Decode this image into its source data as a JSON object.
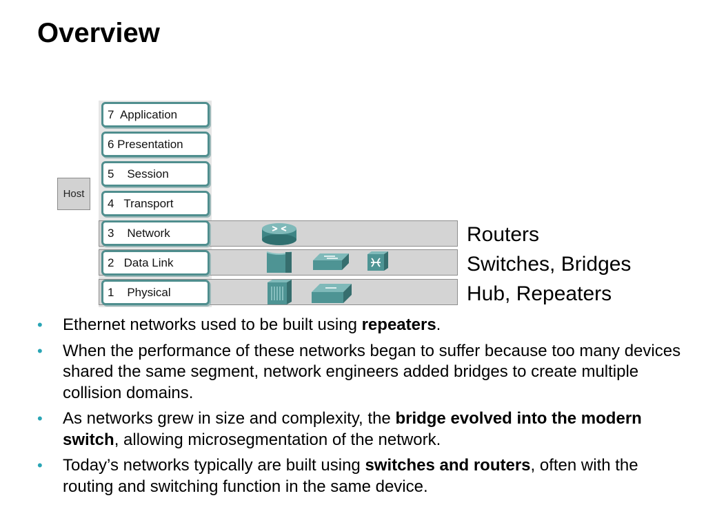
{
  "title": "Overview",
  "diagram": {
    "host_label": "Host",
    "layers": [
      {
        "label": "7  Application"
      },
      {
        "label": "6 Presentation"
      },
      {
        "label": "5    Session"
      },
      {
        "label": "4   Transport"
      },
      {
        "label": "3    Network"
      },
      {
        "label": "2   Data Link"
      },
      {
        "label": "1    Physical"
      }
    ],
    "device_labels": {
      "network": "Routers",
      "data_link": "Switches, Bridges",
      "physical": "Hub, Repeaters"
    },
    "device_icons": {
      "network": [
        "router-icon"
      ],
      "data_link": [
        "multilayer-switch-icon",
        "switch-icon",
        "bridge-icon"
      ],
      "physical": [
        "repeater-icon",
        "hub-icon"
      ]
    },
    "colors": {
      "layer_border": "#4f8e8e",
      "device_teal": "#4e9494",
      "band": "#d4d4d4"
    }
  },
  "bullets": [
    {
      "parts": [
        {
          "text": "Ethernet networks used to be built using "
        },
        {
          "text": "repeaters",
          "bold": true
        },
        {
          "text": "."
        }
      ]
    },
    {
      "parts": [
        {
          "text": "When the performance of these networks began to suffer because too many devices shared the same segment, network engineers added bridges to create multiple collision domains."
        }
      ]
    },
    {
      "parts": [
        {
          "text": "As networks grew in size and complexity, the "
        },
        {
          "text": "bridge evolved into the modern switch",
          "bold": true
        },
        {
          "text": ", allowing microsegmentation of the network."
        }
      ]
    },
    {
      "parts": [
        {
          "text": "Today’s networks typically are built using "
        },
        {
          "text": "switches and routers",
          "bold": true
        },
        {
          "text": ", often with the routing and switching function in the same device."
        }
      ]
    }
  ],
  "bullet_marker": "•",
  "bullet_color": "#2aa5b5"
}
